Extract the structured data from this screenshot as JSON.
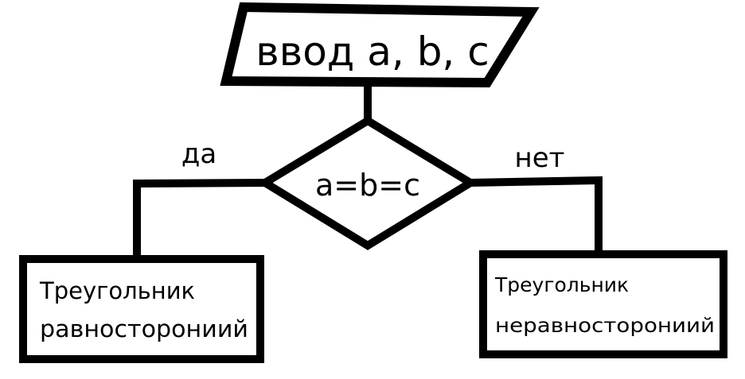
{
  "flowchart": {
    "input_block": "ввод a, b, c",
    "condition": "a=b=c",
    "yes_label": "да",
    "no_label": "нет",
    "yes_result": {
      "line1": "Треугольник",
      "line2": "равносторониий"
    },
    "no_result": {
      "line1": "Треугольник",
      "line2": "неравносторониий"
    }
  }
}
